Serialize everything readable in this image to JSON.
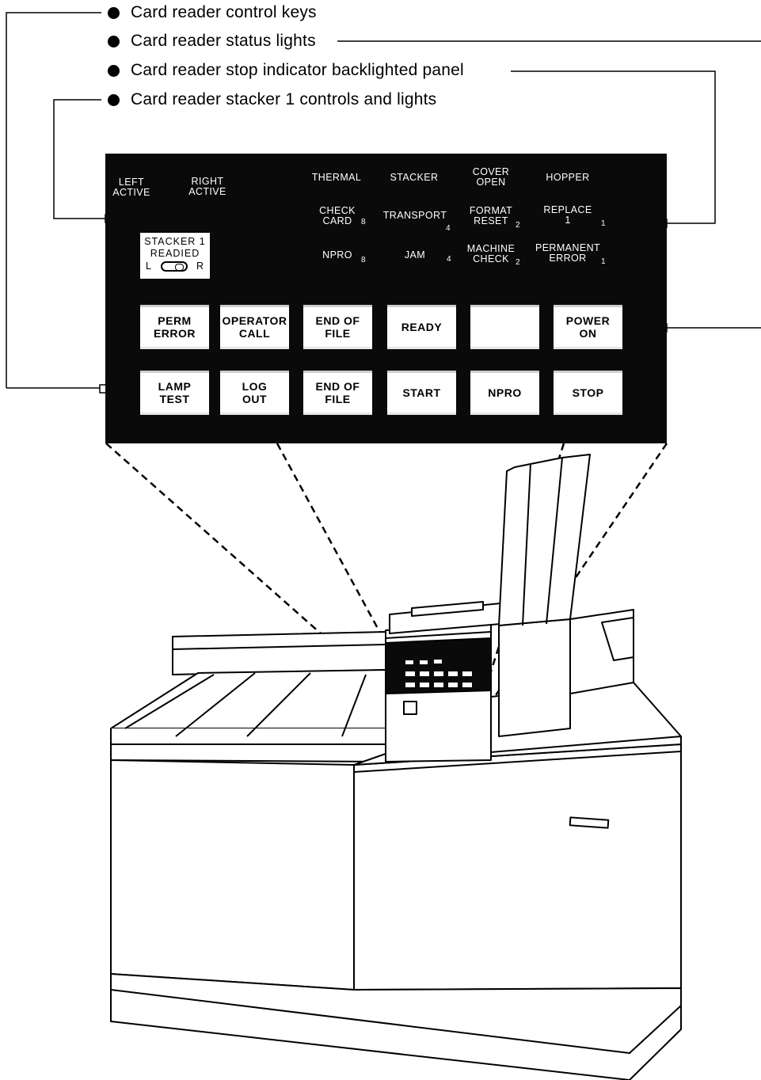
{
  "callouts": [
    {
      "id": "control-keys",
      "label": "Card reader control keys"
    },
    {
      "id": "status-lights",
      "label": "Card reader status lights"
    },
    {
      "id": "stop-indicator-panel",
      "label": "Card reader stop indicator backlighted panel"
    },
    {
      "id": "stacker1-controls",
      "label": "Card reader stacker 1 controls and lights"
    }
  ],
  "panel": {
    "indicators": {
      "left_active": "LEFT\nACTIVE",
      "right_active": "RIGHT\nACTIVE",
      "thermal": "THERMAL",
      "stacker": "STACKER",
      "cover_open": "COVER\nOPEN",
      "hopper": "HOPPER",
      "check_card": "CHECK\nCARD",
      "check_card_num": "8",
      "transport": "TRANSPORT",
      "transport_num": "4",
      "format_reset": "FORMAT\nRESET",
      "format_reset_num": "2",
      "replace": "REPLACE\n1",
      "replace_num": "1",
      "npro": "NPRO",
      "npro_num": "8",
      "jam": "JAM",
      "jam_num": "4",
      "machine_check": "MACHINE\nCHECK",
      "machine_check_num": "2",
      "permanent_error": "PERMANENT\nERROR",
      "permanent_error_num": "1"
    },
    "stacker_switch": {
      "line1": "STACKER 1",
      "line2": "READIED",
      "left": "L",
      "right": "R"
    },
    "status_lights": [
      "PERM\nERROR",
      "OPERATOR\nCALL",
      "END OF\nFILE",
      "READY",
      "",
      "POWER\nON"
    ],
    "control_keys": [
      "LAMP\nTEST",
      "LOG\nOUT",
      "END OF\nFILE",
      "START",
      "NPRO",
      "STOP"
    ]
  }
}
